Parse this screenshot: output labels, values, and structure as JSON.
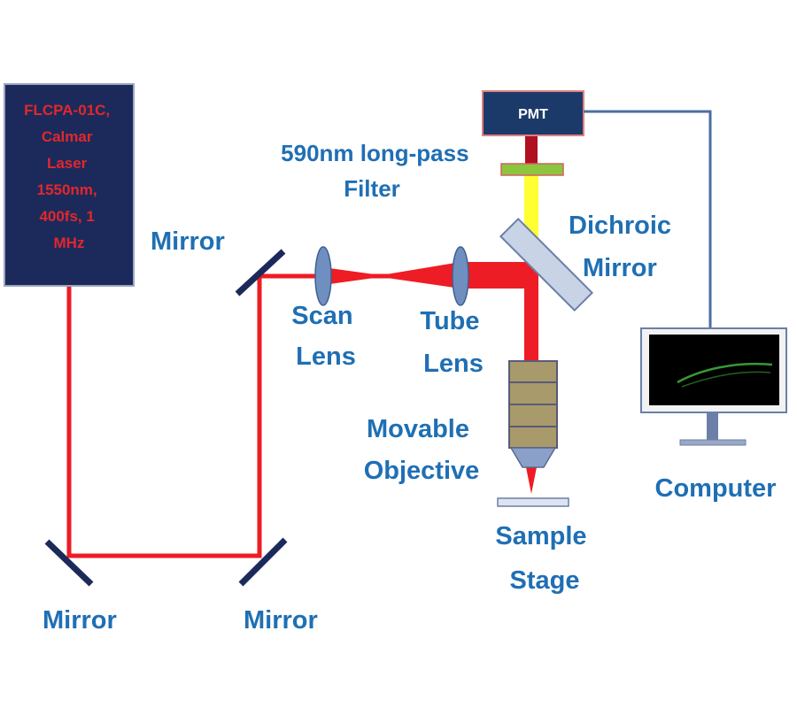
{
  "laser": {
    "lines": [
      "FLCPA-01C,",
      "Calmar",
      "Laser",
      "1550nm,",
      "400fs, 1",
      "MHz"
    ]
  },
  "pmt": {
    "label": "PMT"
  },
  "filter": {
    "lines": [
      "590nm long-pass",
      "Filter"
    ]
  },
  "dichroic": {
    "lines": [
      "Dichroic",
      "Mirror"
    ]
  },
  "mirror_top": {
    "label": "Mirror"
  },
  "mirror_bottom_left": {
    "label": "Mirror"
  },
  "mirror_bottom_right": {
    "label": "Mirror"
  },
  "scan_lens": {
    "lines": [
      "Scan",
      "Lens"
    ]
  },
  "tube_lens": {
    "lines": [
      "Tube",
      "Lens"
    ]
  },
  "objective": {
    "lines": [
      "Movable",
      "Objective"
    ]
  },
  "sample_stage": {
    "lines": [
      "Sample",
      "Stage"
    ]
  },
  "computer": {
    "label": "Computer"
  },
  "colors": {
    "label_blue": "#1f6fb4",
    "laser_box": "#1b2a5a",
    "laser_text": "#e3262d",
    "beam_red": "#ee1c24",
    "beam_yellow": "#ffff33",
    "beam_darkred": "#b01020",
    "mirror": "#1b2a5a",
    "lens": "#6f8fc0",
    "filter": "#8cc63f",
    "objective": "#a89a6a",
    "cable": "#4a6fa0"
  }
}
